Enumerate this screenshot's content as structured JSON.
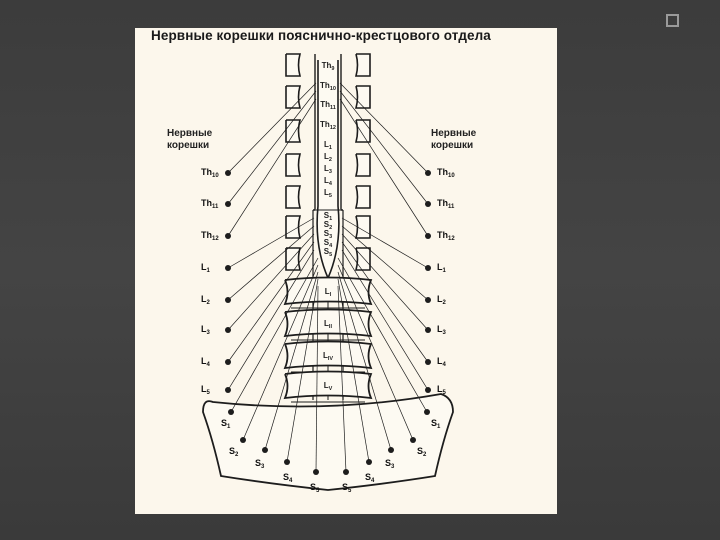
{
  "slide": {
    "icon": "square-bullet-icon"
  },
  "figure": {
    "title": "Нервные корешки пояснично-крестцового отдела",
    "left_heading": "Нервные\nкорешки",
    "right_heading": "Нервные\nкорешки",
    "left_roots": [
      {
        "base": "Th",
        "sub": "10"
      },
      {
        "base": "Th",
        "sub": "11"
      },
      {
        "base": "Th",
        "sub": "12"
      },
      {
        "base": "L",
        "sub": "1"
      },
      {
        "base": "L",
        "sub": "2"
      },
      {
        "base": "L",
        "sub": "3"
      },
      {
        "base": "L",
        "sub": "4"
      },
      {
        "base": "L",
        "sub": "5"
      }
    ],
    "right_roots": [
      {
        "base": "Th",
        "sub": "10"
      },
      {
        "base": "Th",
        "sub": "11"
      },
      {
        "base": "Th",
        "sub": "12"
      },
      {
        "base": "L",
        "sub": "1"
      },
      {
        "base": "L",
        "sub": "2"
      },
      {
        "base": "L",
        "sub": "3"
      },
      {
        "base": "L",
        "sub": "4"
      },
      {
        "base": "L",
        "sub": "5"
      }
    ],
    "left_sacral_roots": [
      {
        "base": "S",
        "sub": "1"
      },
      {
        "base": "S",
        "sub": "2"
      },
      {
        "base": "S",
        "sub": "3"
      },
      {
        "base": "S",
        "sub": "4"
      },
      {
        "base": "S",
        "sub": "5"
      }
    ],
    "right_sacral_roots": [
      {
        "base": "S",
        "sub": "1"
      },
      {
        "base": "S",
        "sub": "2"
      },
      {
        "base": "S",
        "sub": "3"
      },
      {
        "base": "S",
        "sub": "4"
      },
      {
        "base": "S",
        "sub": "5"
      }
    ],
    "cord_segments": [
      {
        "base": "Th",
        "sub": "9"
      },
      {
        "base": "Th",
        "sub": "10"
      },
      {
        "base": "Th",
        "sub": "11"
      },
      {
        "base": "Th",
        "sub": "12"
      },
      {
        "base": "L",
        "sub": "1"
      },
      {
        "base": "L",
        "sub": "2"
      },
      {
        "base": "L",
        "sub": "3"
      },
      {
        "base": "L",
        "sub": "4"
      },
      {
        "base": "L",
        "sub": "5"
      },
      {
        "base": "S",
        "sub": "1"
      },
      {
        "base": "S",
        "sub": "2"
      },
      {
        "base": "S",
        "sub": "3"
      },
      {
        "base": "S",
        "sub": "4"
      },
      {
        "base": "S",
        "sub": "5"
      }
    ],
    "vertebrae": [
      {
        "base": "L",
        "sub": "I"
      },
      {
        "base": "L",
        "sub": "II"
      },
      {
        "base": "L",
        "sub": "IV"
      },
      {
        "base": "L",
        "sub": "V"
      }
    ]
  }
}
